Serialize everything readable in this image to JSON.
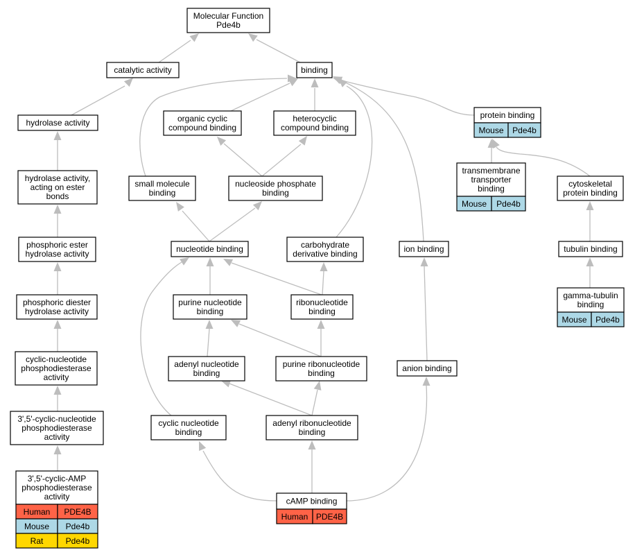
{
  "colors": {
    "human": "#ff6347",
    "mouse": "#add8e6",
    "rat": "#ffd700",
    "edge": "#bdbdbd"
  },
  "nodes": {
    "molecular_function": {
      "lines": [
        "Molecular Function",
        "Pde4b"
      ]
    },
    "catalytic_activity": {
      "lines": [
        "catalytic activity"
      ]
    },
    "binding": {
      "lines": [
        "binding"
      ]
    },
    "hydrolase_activity": {
      "lines": [
        "hydrolase activity"
      ]
    },
    "organic_cyclic": {
      "lines": [
        "organic cyclic",
        "compound binding"
      ]
    },
    "heterocyclic": {
      "lines": [
        "heterocyclic",
        "compound binding"
      ]
    },
    "protein_binding": {
      "lines": [
        "protein binding"
      ],
      "species": [
        {
          "org": "Mouse",
          "gene": "Pde4b",
          "color": "mouse"
        }
      ]
    },
    "hydrolase_ester": {
      "lines": [
        "hydrolase activity,",
        "acting on ester",
        "bonds"
      ]
    },
    "small_molecule": {
      "lines": [
        "small molecule",
        "binding"
      ]
    },
    "nucleoside_phosphate": {
      "lines": [
        "nucleoside phosphate",
        "binding"
      ]
    },
    "transmembrane": {
      "lines": [
        "transmembrane",
        "transporter",
        "binding"
      ],
      "species": [
        {
          "org": "Mouse",
          "gene": "Pde4b",
          "color": "mouse"
        }
      ]
    },
    "cytoskeletal": {
      "lines": [
        "cytoskeletal",
        "protein binding"
      ]
    },
    "phosphoric_ester": {
      "lines": [
        "phosphoric ester",
        "hydrolase activity"
      ]
    },
    "nucleotide_binding": {
      "lines": [
        "nucleotide binding"
      ]
    },
    "carbohydrate": {
      "lines": [
        "carbohydrate",
        "derivative binding"
      ]
    },
    "ion_binding": {
      "lines": [
        "ion binding"
      ]
    },
    "tubulin_binding": {
      "lines": [
        "tubulin binding"
      ]
    },
    "phosphoric_diester": {
      "lines": [
        "phosphoric diester",
        "hydrolase activity"
      ]
    },
    "purine_nucleotide": {
      "lines": [
        "purine nucleotide",
        "binding"
      ]
    },
    "ribonucleotide": {
      "lines": [
        "ribonucleotide",
        "binding"
      ]
    },
    "gamma_tubulin": {
      "lines": [
        "gamma-tubulin",
        "binding"
      ],
      "species": [
        {
          "org": "Mouse",
          "gene": "Pde4b",
          "color": "mouse"
        }
      ]
    },
    "cyclic_nucleotide_pde": {
      "lines": [
        "cyclic-nucleotide",
        "phosphodiesterase",
        "activity"
      ]
    },
    "adenyl_nucleotide": {
      "lines": [
        "adenyl nucleotide",
        "binding"
      ]
    },
    "purine_ribonucleotide": {
      "lines": [
        "purine ribonucleotide",
        "binding"
      ]
    },
    "anion_binding": {
      "lines": [
        "anion binding"
      ]
    },
    "pde_3_5": {
      "lines": [
        "3',5'-cyclic-nucleotide",
        "phosphodiesterase",
        "activity"
      ]
    },
    "cyclic_nucleotide_binding": {
      "lines": [
        "cyclic nucleotide",
        "binding"
      ]
    },
    "adenyl_ribonucleotide": {
      "lines": [
        "adenyl ribonucleotide",
        "binding"
      ]
    },
    "camp_pde": {
      "lines": [
        "3',5'-cyclic-AMP",
        "phosphodiesterase",
        "activity"
      ],
      "species": [
        {
          "org": "Human",
          "gene": "PDE4B",
          "color": "human"
        },
        {
          "org": "Mouse",
          "gene": "Pde4b",
          "color": "mouse"
        },
        {
          "org": "Rat",
          "gene": "Pde4b",
          "color": "rat"
        }
      ]
    },
    "camp_binding": {
      "lines": [
        "cAMP binding"
      ],
      "species": [
        {
          "org": "Human",
          "gene": "PDE4B",
          "color": "human"
        }
      ]
    }
  }
}
